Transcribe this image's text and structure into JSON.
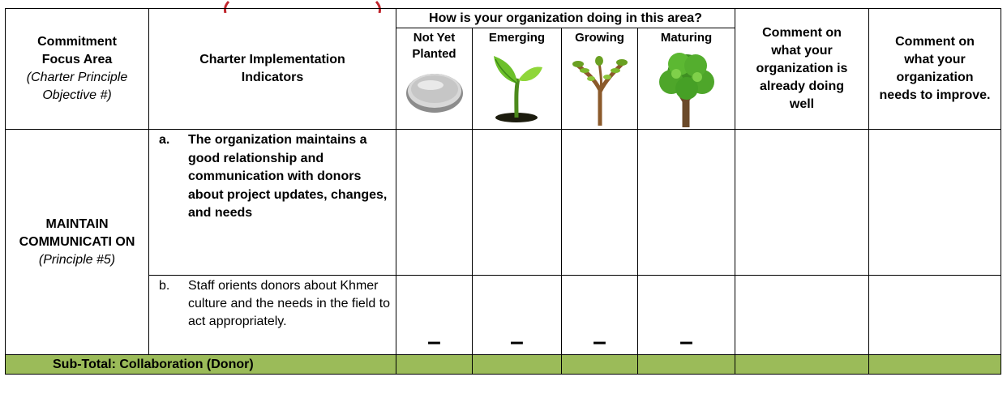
{
  "header": {
    "focus_area": {
      "line1": "Commitment",
      "line2": "Focus Area",
      "line3": "(Charter Principle",
      "line4": "Objective #)"
    },
    "indicators_title": "Charter Implementation Indicators",
    "assessment_question": "How is your organization doing in this area?",
    "levels": [
      {
        "label": "Not Yet Planted",
        "icon": "empty-pot-icon"
      },
      {
        "label": "Emerging",
        "icon": "seedling-icon"
      },
      {
        "label": "Growing",
        "icon": "sapling-icon"
      },
      {
        "label": "Maturing",
        "icon": "tree-icon"
      }
    ],
    "comment_well": "Comment on what your organization is already doing well",
    "comment_improve": "Comment on what your organization needs to improve."
  },
  "section": {
    "focus_title": "MAINTAIN COMMUNICATI ON",
    "focus_principle": "(Principle #5)",
    "indicators": [
      {
        "marker": "a.",
        "text": "The organization maintains a good relationship and communication with donors about project updates, changes, and needs",
        "marks": [
          "",
          "",
          "",
          ""
        ]
      },
      {
        "marker": "b.",
        "text": "Staff orients donors about Khmer culture and the needs in the field to act appropriately.",
        "marks": [
          "–",
          "–",
          "–",
          "–"
        ]
      }
    ]
  },
  "subtotal": {
    "label": "Sub-Total: Collaboration (Donor)"
  },
  "colors": {
    "subtotal_bg": "#9bbb59",
    "fragment_red": "#c0262d"
  }
}
